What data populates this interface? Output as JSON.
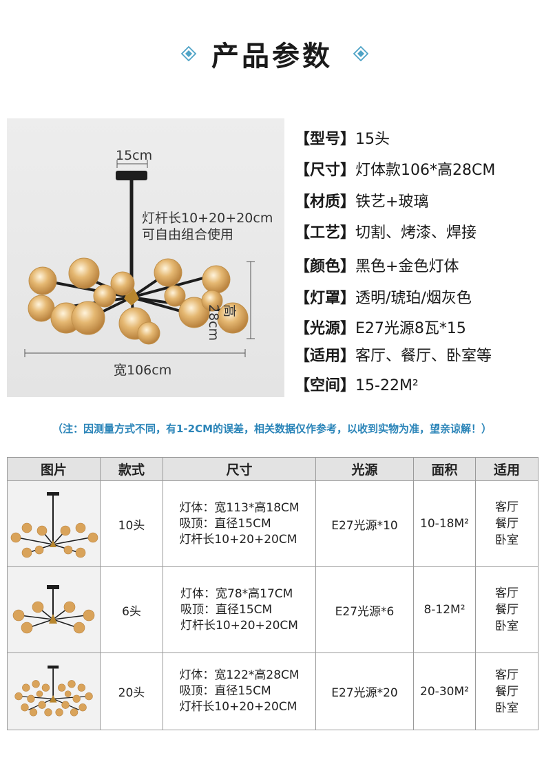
{
  "header": {
    "title": "产品参数"
  },
  "photo_annotations": {
    "canopy_width": "15cm",
    "rod_length": "灯杆长10+20+20cm",
    "rod_note": "可自由组合使用",
    "height": "高28cm",
    "width": "宽106cm"
  },
  "specs": [
    {
      "label": "【型号】",
      "value": "15头"
    },
    {
      "label": "【尺寸】",
      "value": "灯体款106*高28CM"
    },
    {
      "label": "【材质】",
      "value": "铁艺+玻璃"
    },
    {
      "label": "【工艺】",
      "value": "切割、烤漆、焊接"
    },
    {
      "label": "【颜色】",
      "value": "黑色+金色灯体"
    },
    {
      "label": "【灯罩】",
      "value": "透明/琥珀/烟灰色"
    },
    {
      "label": "【光源】",
      "value": "E27光源8瓦*15"
    },
    {
      "label": "【适用】",
      "value": "客厅、餐厅、卧室等"
    },
    {
      "label": "【空间】",
      "value": "15-22M²"
    }
  ],
  "note": "（注：因测量方式不同，有1-2CM的误差，相关数据仅作参考，以收到实物为准，望亲谅解！）",
  "table": {
    "headers": [
      "图片",
      "款式",
      "尺寸",
      "光源",
      "面积",
      "适用"
    ],
    "rows": [
      {
        "style": "10头",
        "size1": "灯体：宽113*高18CM",
        "size2": "吸顶：直径15CM",
        "size3": "灯杆长10+20+20CM",
        "light": "E27光源*10",
        "area": "10-18M²",
        "use1": "客厅",
        "use2": "餐厅",
        "use3": "卧室"
      },
      {
        "style": "6头",
        "size1": "灯体：宽78*高17CM",
        "size2": "吸顶：直径15CM",
        "size3": "灯杆长10+20+20CM",
        "light": "E27光源*6",
        "area": "8-12M²",
        "use1": "客厅",
        "use2": "餐厅",
        "use3": "卧室"
      },
      {
        "style": "20头",
        "size1": "灯体：宽122*高28CM",
        "size2": "吸顶：直径15CM",
        "size3": "灯杆长10+20+20CM",
        "light": "E27光源*20",
        "area": "20-30M²",
        "use1": "客厅",
        "use2": "餐厅",
        "use3": "卧室"
      }
    ]
  },
  "colors": {
    "note_blue": "#2a84b8",
    "amber": "#d9a35a",
    "header_bg": "#e3e3e3"
  }
}
